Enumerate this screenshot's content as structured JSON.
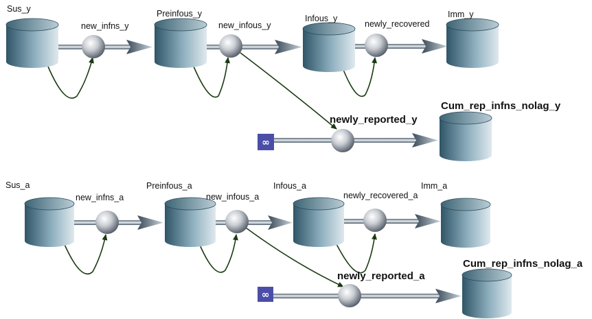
{
  "top": {
    "stocks": {
      "sus": "Sus_y",
      "preinf": "Preinfous_y",
      "inf": "Infous_y",
      "imm": "Imm_y",
      "cum": "Cum_rep_infns_nolag_y"
    },
    "flows": {
      "new_infns": "new_infns_y",
      "new_infous": "new_infous_y",
      "newly_recovered": "newly_recovered",
      "newly_reported": "newly_reported_y"
    }
  },
  "bottom": {
    "stocks": {
      "sus": "Sus_a",
      "preinf": "Preinfous_a",
      "inf": "Infous_a",
      "imm": "Imm_a",
      "cum": "Cum_rep_infns_nolag_a"
    },
    "flows": {
      "new_infns": "new_infns_a",
      "new_infous": "new_infous_a",
      "newly_recovered": "newly_recovered_a",
      "newly_reported": "newly_reported_a"
    }
  },
  "source_symbol": "∞",
  "colors": {
    "stock_dark": "#2f5567",
    "stock_light": "#d6e2e8",
    "valve_light": "#ffffff",
    "valve_dark": "#5a6470",
    "link": "#1a3a12",
    "source": "#4a4ea8"
  }
}
